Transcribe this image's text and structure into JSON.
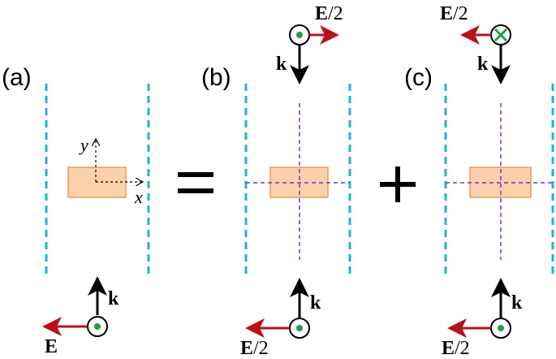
{
  "panels": [
    {
      "label": "(a)"
    },
    {
      "label": "(b)"
    },
    {
      "label": "(c)"
    }
  ],
  "operators": {
    "equals": "=",
    "plus": "+"
  },
  "axes": {
    "x": "x",
    "y": "y"
  },
  "wave_vector": {
    "symbol": "k"
  },
  "field": {
    "symbol": "E",
    "half_suffix": "/2"
  },
  "colors": {
    "boundary": "#1fb0df",
    "symmetry_line": "#7a2fd0",
    "particle_fill": "#fbd1ab",
    "particle_stroke": "#e99a58",
    "field_arrow": "#b8121b",
    "wave_arrow": "#000000",
    "out_of_plane_dot": "#1e9e4a",
    "into_plane_cross": "#1e9e4a"
  },
  "icons": [
    "out-of-plane-dot-icon",
    "into-plane-cross-icon",
    "arrow-icon"
  ]
}
